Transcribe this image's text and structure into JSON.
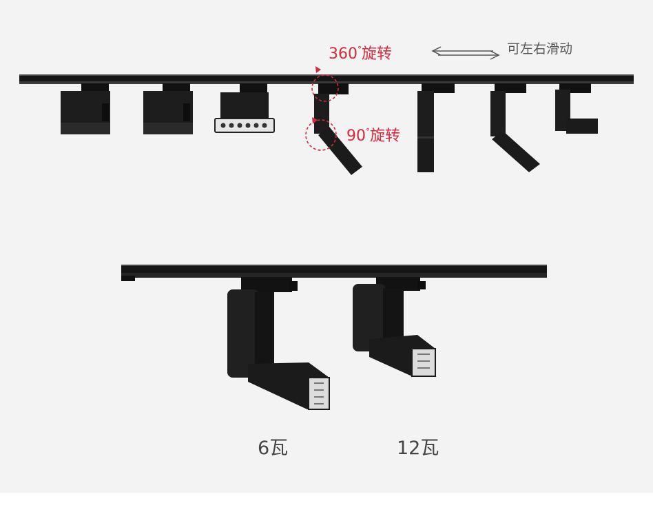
{
  "labels": {
    "rotate_360_number": "360",
    "rotate_360_degree": "°",
    "rotate_360_text": "旋转",
    "rotate_90_number": "90",
    "rotate_90_degree": "°",
    "rotate_90_text": "旋转",
    "slide_text": "可左右滑动",
    "caption_6w": "6瓦",
    "caption_12w": "12瓦"
  },
  "colors": {
    "background": "#f3f3f3",
    "fixture_black": "#1a1a1a",
    "annotation_red": "#d62a3e",
    "text_gray": "#555555"
  }
}
